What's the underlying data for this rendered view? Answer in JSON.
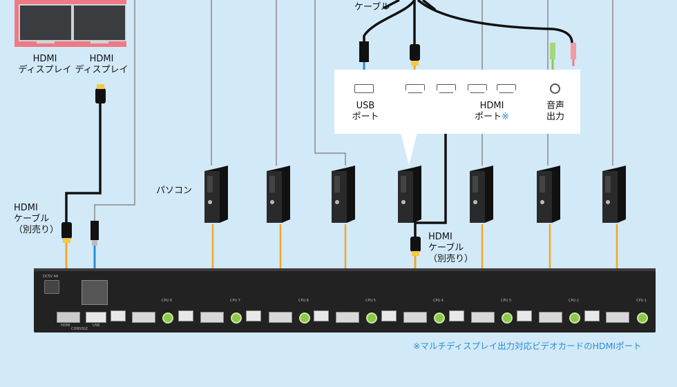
{
  "labels": {
    "cable_top": "ケーブル",
    "hdmi_display_1": [
      "HDMI",
      "ディスプレイ"
    ],
    "hdmi_display_2": [
      "HDMI",
      "ディスプレイ"
    ],
    "hdmi_cable_left": [
      "HDMI",
      "ケーブル",
      "（別売り）"
    ],
    "hdmi_cable_mid": [
      "HDMI",
      "ケーブル",
      "（別売り）"
    ],
    "pc": "パソコン",
    "usb_port": [
      "USB",
      "ポート"
    ],
    "hdmi_port": [
      "HDMI",
      "ポート"
    ],
    "hdmi_port_mark": "※",
    "audio_out": [
      "音声",
      "出力"
    ],
    "footnote": "※マルチディスプレイ出力対応ビデオカードのHDMIポート"
  },
  "kvm": {
    "cpu_labels": [
      "CPU 8",
      "CPU 7",
      "CPU 6",
      "CPU 5",
      "CPU 4",
      "CPU 3",
      "CPU 2",
      "CPU 1"
    ],
    "usb_label": "USB",
    "console_label": "CONSOLE",
    "hdmi_label": "HDMI",
    "power_label": "DC5V 4A"
  },
  "colors": {
    "background": "#d2e9f7",
    "hdmi_cable": "#f5a623",
    "usb_cable": "#2a8bd9",
    "audio_green": "#8cc84b",
    "audio_pink": "#ef7a86",
    "note_text": "#2a8bd9"
  }
}
